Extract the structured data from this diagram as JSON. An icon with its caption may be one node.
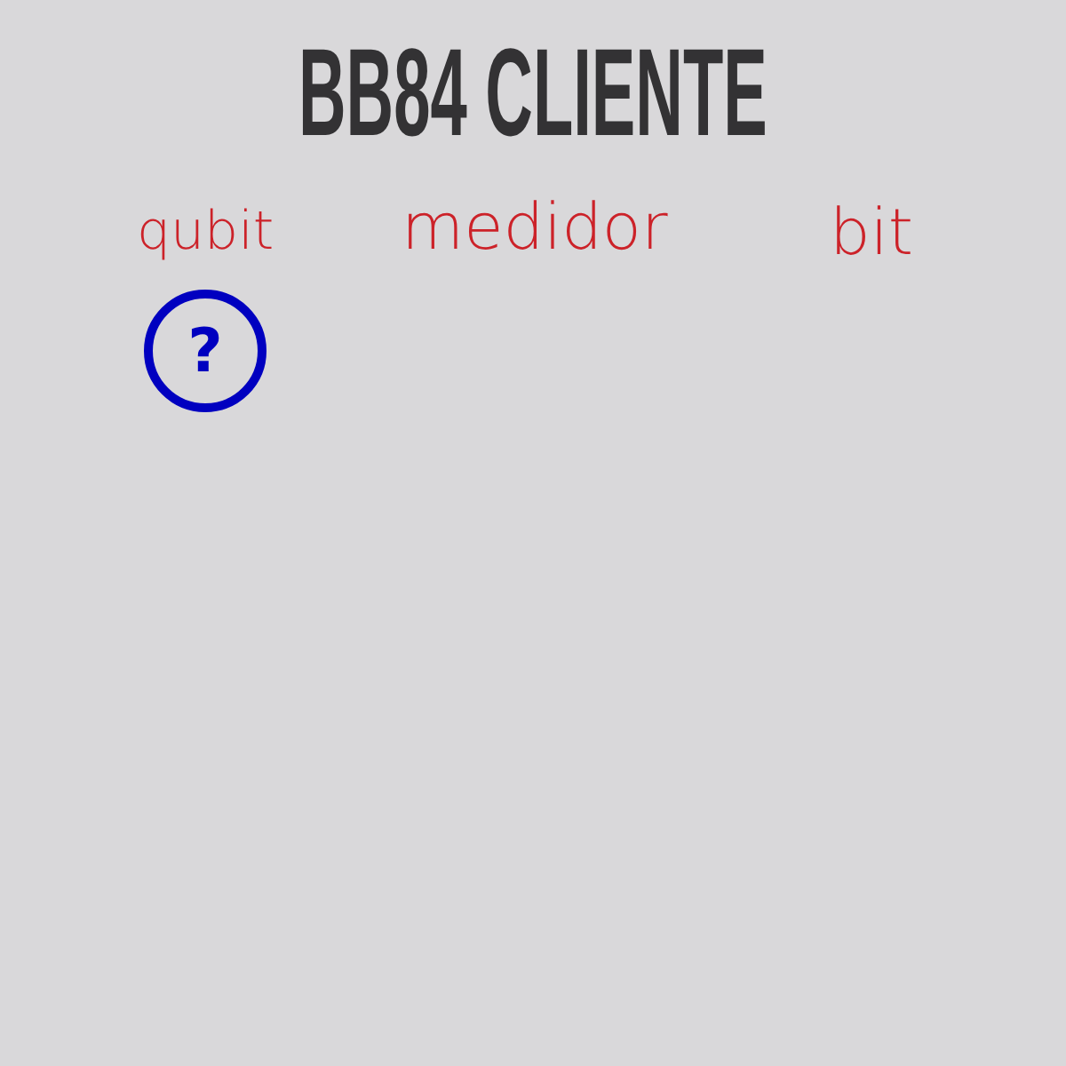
{
  "diagram": {
    "title": "BB84 CLIENTE",
    "nodes": [
      {
        "text": [
          "?"
        ]
      }
    ],
    "labels": [
      "qubit",
      "medidor",
      "bit"
    ]
  }
}
